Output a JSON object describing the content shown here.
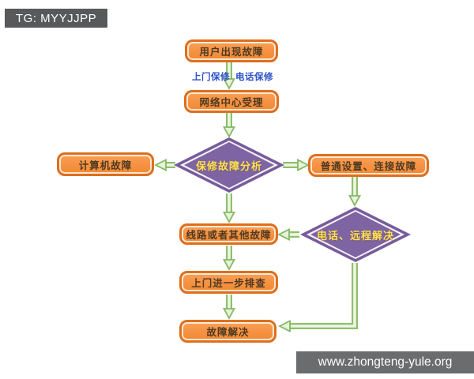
{
  "badges": {
    "telegram_label": "TG: MYYJJPP",
    "website_label": "www.zhongteng-yule.org"
  },
  "flowchart": {
    "nodes": [
      {
        "id": "user-fault",
        "shape": "box",
        "label": "用户出现故障"
      },
      {
        "id": "network-center",
        "shape": "box",
        "label": "网络中心受理"
      },
      {
        "id": "fault-analysis",
        "shape": "diamond",
        "label": "保修故障分析"
      },
      {
        "id": "computer-fault",
        "shape": "box",
        "label": "计算机故障"
      },
      {
        "id": "settings-fault",
        "shape": "box",
        "label": "普通设置、连接故障"
      },
      {
        "id": "line-fault",
        "shape": "box",
        "label": "线路或者其他故障"
      },
      {
        "id": "remote-solve",
        "shape": "diamond",
        "label": "电话、远程解决"
      },
      {
        "id": "onsite-check",
        "shape": "box",
        "label": "上门进一步排查"
      },
      {
        "id": "fault-solved",
        "shape": "box",
        "label": "故障解决"
      }
    ],
    "edge_labels": [
      {
        "id": "onsite-repair",
        "label": "上门保修"
      },
      {
        "id": "phone-repair",
        "label": "电话保修"
      }
    ]
  },
  "colors": {
    "box_fill": "#F79646",
    "box_border": "#DE6F1E",
    "box_text": "#4D3A22",
    "diamond_fill": "#7E64A3",
    "diamond_text": "#FFE14D",
    "arrow_green": "#8FBF6F",
    "edge_label_blue": "#2B50C8",
    "badge_dark": "#58595B",
    "badge_gray": "#6B6C6E",
    "background": "#FFFFFF"
  }
}
